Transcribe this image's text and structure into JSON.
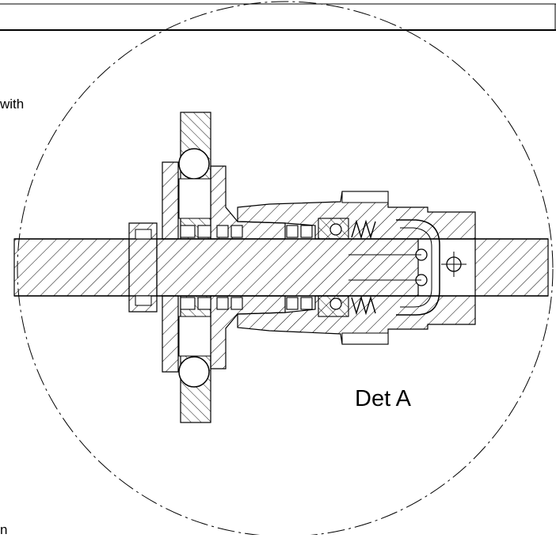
{
  "drawing": {
    "detail_label": "Det A",
    "left_text_fragment_1": "with",
    "left_text_fragment_2": "n"
  }
}
